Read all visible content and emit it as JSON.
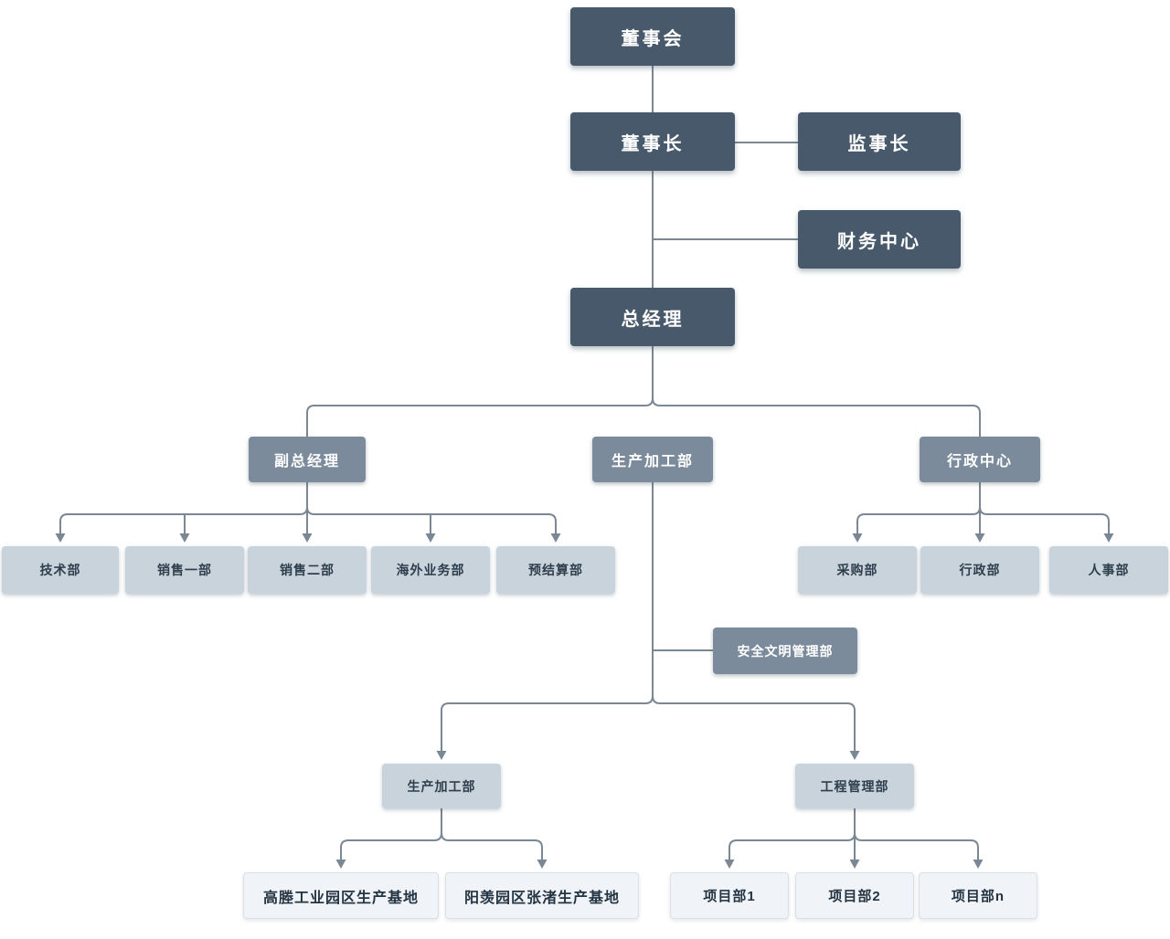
{
  "diagram": {
    "type": "org-chart",
    "colors": {
      "level1_box": "#47596a",
      "level2_box": "#7c8b9b",
      "level3_box": "#c8d3dc",
      "level4_box": "#f0f4f8",
      "level4_border": "#d9e0e7",
      "dark_text": "#2f3e4c",
      "light_text": "#ffffff",
      "connector": "#7a8795",
      "background": "#ffffff"
    },
    "nodes": [
      {
        "id": "board-of-directors",
        "label": "董事会"
      },
      {
        "id": "chairman",
        "label": "董事长"
      },
      {
        "id": "supervisory-chief",
        "label": "监事长"
      },
      {
        "id": "finance-center",
        "label": "财务中心"
      },
      {
        "id": "general-manager",
        "label": "总经理"
      },
      {
        "id": "deputy-general-manager",
        "label": "副总经理"
      },
      {
        "id": "production-processing-dept",
        "label": "生产加工部"
      },
      {
        "id": "administrative-center",
        "label": "行政中心"
      },
      {
        "id": "technology-dept",
        "label": "技术部"
      },
      {
        "id": "sales-dept-1",
        "label": "销售一部"
      },
      {
        "id": "sales-dept-2",
        "label": "销售二部"
      },
      {
        "id": "overseas-business-dept",
        "label": "海外业务部"
      },
      {
        "id": "budget-settlement-dept",
        "label": "预结算部"
      },
      {
        "id": "procurement-dept",
        "label": "采购部"
      },
      {
        "id": "administration-dept",
        "label": "行政部"
      },
      {
        "id": "hr-dept",
        "label": "人事部"
      },
      {
        "id": "safety-civilization-management-dept",
        "label": "安全文明管理部"
      },
      {
        "id": "production-processing-dept-2",
        "label": "生产加工部"
      },
      {
        "id": "engineering-management-dept",
        "label": "工程管理部"
      },
      {
        "id": "gaocheng-industrial-park-base",
        "label": "高塍工业园区生产基地"
      },
      {
        "id": "yangxian-zhangzhu-base",
        "label": "阳羡园区张渚生产基地"
      },
      {
        "id": "project-dept-1",
        "label": "项目部1"
      },
      {
        "id": "project-dept-2",
        "label": "项目部2"
      },
      {
        "id": "project-dept-n",
        "label": "项目部n"
      }
    ],
    "edges": [
      [
        "board-of-directors",
        "chairman"
      ],
      [
        "chairman",
        "supervisory-chief"
      ],
      [
        "chairman",
        "finance-center"
      ],
      [
        "chairman",
        "general-manager"
      ],
      [
        "general-manager",
        "deputy-general-manager"
      ],
      [
        "general-manager",
        "production-processing-dept"
      ],
      [
        "general-manager",
        "administrative-center"
      ],
      [
        "deputy-general-manager",
        "technology-dept"
      ],
      [
        "deputy-general-manager",
        "sales-dept-1"
      ],
      [
        "deputy-general-manager",
        "sales-dept-2"
      ],
      [
        "deputy-general-manager",
        "overseas-business-dept"
      ],
      [
        "deputy-general-manager",
        "budget-settlement-dept"
      ],
      [
        "administrative-center",
        "procurement-dept"
      ],
      [
        "administrative-center",
        "administration-dept"
      ],
      [
        "administrative-center",
        "hr-dept"
      ],
      [
        "production-processing-dept",
        "safety-civilization-management-dept"
      ],
      [
        "production-processing-dept",
        "production-processing-dept-2"
      ],
      [
        "production-processing-dept",
        "engineering-management-dept"
      ],
      [
        "production-processing-dept-2",
        "gaocheng-industrial-park-base"
      ],
      [
        "production-processing-dept-2",
        "yangxian-zhangzhu-base"
      ],
      [
        "engineering-management-dept",
        "project-dept-1"
      ],
      [
        "engineering-management-dept",
        "project-dept-2"
      ],
      [
        "engineering-management-dept",
        "project-dept-n"
      ]
    ]
  }
}
